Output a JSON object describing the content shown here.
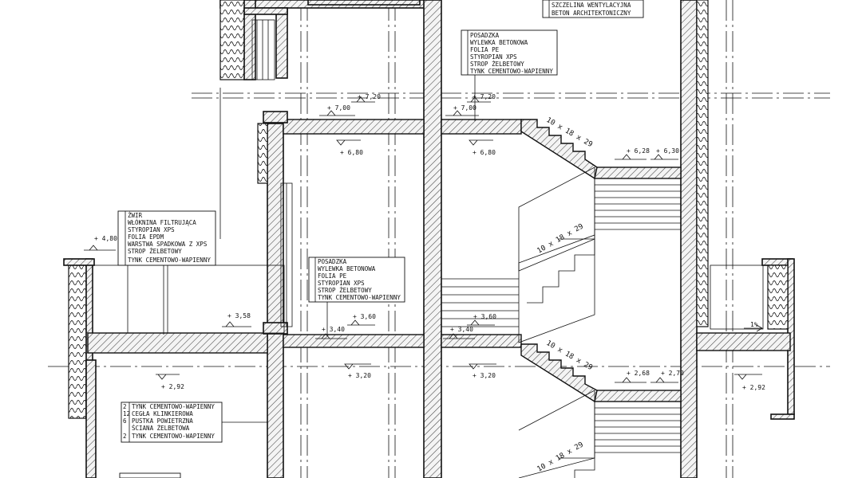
{
  "layers": [
    {
      "id": "layers-top-right",
      "rows": [
        {
          "t": "",
          "name": "SZCZELINA WENTYLACYJNA"
        },
        {
          "t": "",
          "name": "BETON ARCHITEKTONICZNY"
        }
      ]
    },
    {
      "id": "layers-floor-upper",
      "rows": [
        {
          "t": "",
          "name": "POSADZKA"
        },
        {
          "t": "",
          "name": "WYLEWKA BETONOWA"
        },
        {
          "t": "",
          "name": "FOLIA PE"
        },
        {
          "t": "",
          "name": "STYROPIAN XPS"
        },
        {
          "t": "",
          "name": "STROP ŻELBETOWY"
        },
        {
          "t": "",
          "name": "TYNK CEMENTOWO-WAPIENNY"
        }
      ]
    },
    {
      "id": "layers-green-roof",
      "rows": [
        {
          "t": "",
          "name": "ŻWIR"
        },
        {
          "t": "",
          "name": "WŁÓKNINA FILTRUJĄCA"
        },
        {
          "t": "",
          "name": "STYROPIAN XPS"
        },
        {
          "t": "",
          "name": "FOLIA EPDM"
        },
        {
          "t": "",
          "name": "WARSTWA SPADKOWA Z XPS"
        },
        {
          "t": "",
          "name": "STROP ŻELBETOWY"
        },
        {
          "t": "",
          "name": "TYNK CEMENTOWO-WAPIENNY"
        }
      ]
    },
    {
      "id": "layers-floor-middle",
      "rows": [
        {
          "t": "",
          "name": "POSADZKA"
        },
        {
          "t": "",
          "name": "WYLEWKA BETONOWA"
        },
        {
          "t": "",
          "name": "FOLIA PE"
        },
        {
          "t": "",
          "name": "STYROPIAN XPS"
        },
        {
          "t": "",
          "name": "STROP ŻELBETOWY"
        },
        {
          "t": "",
          "name": "TYNK CEMENTOWO-WAPIENNY"
        }
      ]
    },
    {
      "id": "layers-wall",
      "rows": [
        {
          "t": "2",
          "name": "TYNK CEMENTOWO-WAPIENNY"
        },
        {
          "t": "12",
          "name": "CEGŁA KLINKIEROWA"
        },
        {
          "t": "6",
          "name": "PUSTKA POWIETRZNA"
        },
        {
          "t": "",
          "name": "ŚCIANA ŻELBETOWA"
        },
        {
          "t": "2",
          "name": "TYNK CEMENTOWO-WAPIENNY"
        }
      ]
    }
  ],
  "levels": [
    "+ 7,20",
    "+ 7,00",
    "+ 6,80",
    "+ 7,20",
    "+ 7,00",
    "+ 6,80",
    "+ 6,28",
    "+ 6,30",
    "+ 4,80",
    "+ 3,58",
    "+ 3,60",
    "+ 3,40",
    "+ 3,20",
    "+ 3,60",
    "+ 3,40",
    "+ 3,20",
    "+ 2,92",
    "+ 2,68",
    "+ 2,70",
    "+ 2,92",
    "1%"
  ],
  "stairs": [
    "10 x 18 x 29",
    "10 x 18 x 29",
    "10 x 18 x 29",
    "10 x 18 x 29"
  ]
}
